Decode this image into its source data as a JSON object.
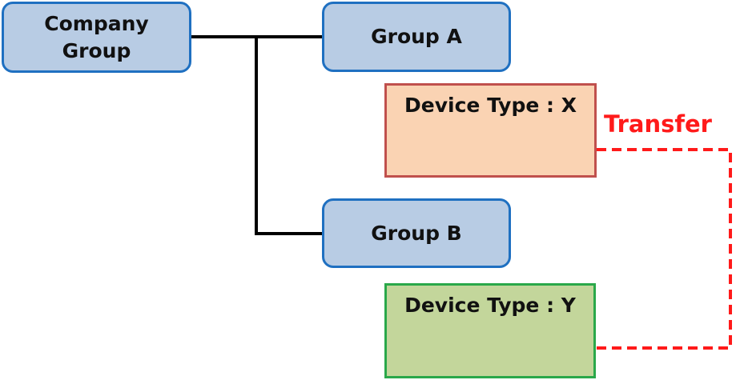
{
  "company_group": {
    "label": "Company\nGroup"
  },
  "group_a": {
    "label": "Group A"
  },
  "group_b": {
    "label": "Group B"
  },
  "device_x": {
    "label": "Device Type : X"
  },
  "device_y": {
    "label": "Device Type : Y"
  },
  "transfer": {
    "label": "Transfer"
  },
  "colors": {
    "group_fill": "#b8cce4",
    "group_border": "#1f70c1",
    "device_x_fill": "#fad3b3",
    "device_x_border": "#c0504d",
    "device_y_fill": "#c3d69b",
    "device_y_border": "#2aa84a",
    "transfer": "#ff1a1a"
  }
}
